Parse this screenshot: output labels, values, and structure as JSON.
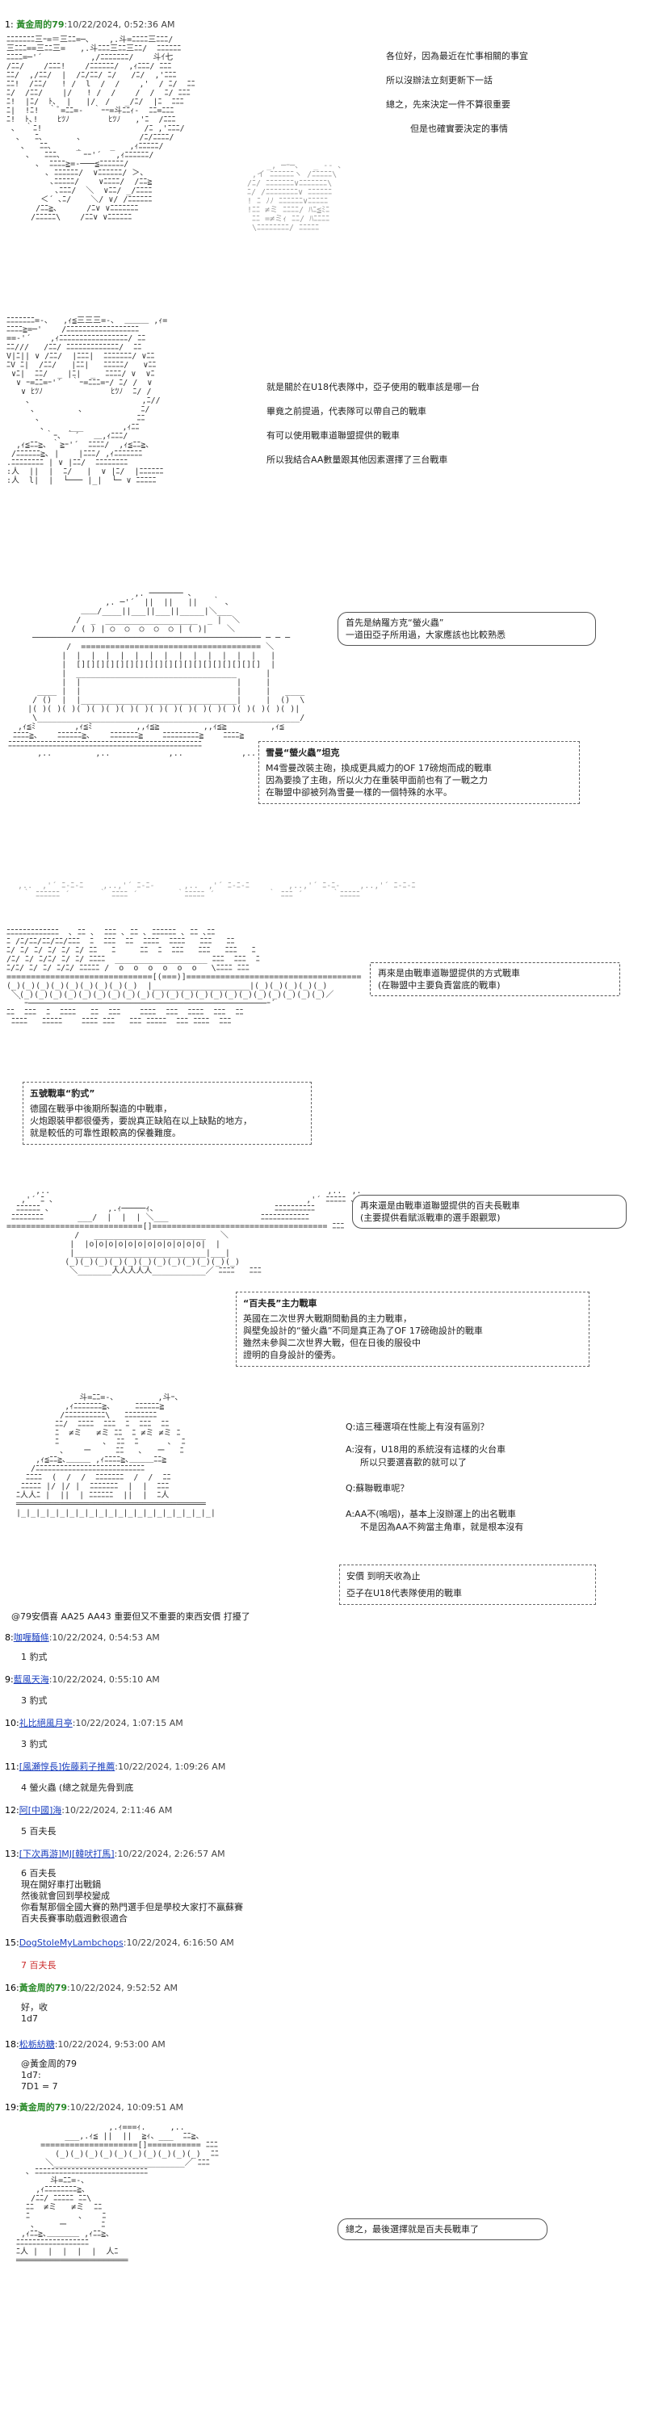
{
  "post1": {
    "num": "1:",
    "name": "黃金周的79",
    "date": ":10/22/2024, 0:52:36 AM",
    "panel1_lines": [
      "各位好，因為最近在忙事相關的事宜",
      "所以沒辦法立刻更新下一話",
      "總之，先來決定一件不算很重要",
      "但是也確實要決定的事情"
    ],
    "panel2_lines": [
      "就是關於在U18代表隊中，亞子使用的戰車該是哪一台",
      "畢竟之前提過，代表隊可以帶自己的戰車",
      "有可以使用戰車道聯盟提供的戰車",
      "所以我結合AA數量跟其他因素選擇了三台戰車"
    ],
    "bubble1": [
      "首先是納羅方克“螢火蟲”",
      "一道田亞子所用過，大家應該也比較熟悉"
    ],
    "box1_title": "雪曼“螢火蟲”坦克",
    "box1_lines": [
      "M4雪曼改裝主砲，換成更具威力的OF 17磅炮而成的戰車",
      "因為要換了主砲，所以火力在重裝甲面前也有了一戰之力",
      "在聯盟中卻被列為雪曼一樣的一個特殊的水平。"
    ],
    "box2_lines": [
      "再來是由戰車道聯盟提供的方式戰車",
      "(在聯盟中主要負責當底的戰車)"
    ],
    "box3_title": "五號戰車“豹式”",
    "box3_lines": [
      "德國在戰爭中後期所製造的中戰車，",
      "火炮跟裝甲都很優秀，要說真正缺陷在以上缺點的地方，",
      "就是較低的可靠性跟較高的保養難度。"
    ],
    "bubble2": [
      "再來還是由戰車道聯盟提供的百夫長戰車",
      "(主要提供看賦派戰車的選手跟觀眾)"
    ],
    "box4_title": "“百夫長”主力戰車",
    "box4_lines": [
      "英國在二次世界大戰期間動員的主力戰車，",
      "與壁免設計的“螢火蟲”不同是真正為了OF 17磅砲設計的戰車",
      "雖然未參與二次世界大戰，但在日後的服役中",
      "證明的自身設計的優秀。"
    ],
    "qa_lines": [
      "Q:這三種選項在性能上有沒有區別？",
      "A:沒有，U18用的系統沒有這樣的火台車",
      "所以只要選喜歡的就可以了",
      "Q:蘇聯戰車呢？",
      "A:AA不(嗚咽)，基本上沒辦運上的出名戰車",
      "不是因為AA不夠當主角車，就是根本沒有"
    ],
    "box5_lines": [
      "安價 到明天收為止",
      "亞子在U18代表隊使用的戰車"
    ],
    "footer": "@79安價喜 AA25 AA43 重要但又不重要的東西安價 打擾了"
  },
  "posts": [
    {
      "num": "8:",
      "name": "咖喱麵條",
      "date": ":10/22/2024, 0:54:53 AM",
      "body": [
        "1 豹式"
      ]
    },
    {
      "num": "9:",
      "name": "藍風天海",
      "date": ":10/22/2024, 0:55:10 AM",
      "body": [
        "3 豹式"
      ]
    },
    {
      "num": "10:",
      "name": "礼比絕風月亭",
      "date": ":10/22/2024, 1:07:15 AM",
      "body": [
        "3 豹式"
      ]
    },
    {
      "num": "11:",
      "name": "[風瀬惇長]佐藤莉子推薦",
      "date": ":10/22/2024, 1:09:26 AM",
      "body": [
        "4 螢火蟲 (總之就是先骨到底"
      ]
    },
    {
      "num": "12:",
      "name": "阿[中國]海",
      "date": ":10/22/2024, 2:11:46 AM",
      "body": [
        "5 百夫長"
      ]
    },
    {
      "num": "13:",
      "name": "[下次再游]MJ[韓吠打馬]",
      "date": ":10/22/2024, 2:26:57 AM",
      "body": [
        "6 百夫長",
        "現在開好車打出戰鍋",
        "然後就會回到學校變成",
        "你看幫那個全國大賽的熟門選手但是學校大家打不贏蘇賽",
        "百夫長賽事助戲週數很適合"
      ]
    },
    {
      "num": "15:",
      "name": "DogStoleMyLambchops",
      "date": ":10/22/2024, 6:16:50 AM",
      "body": [
        "7 百夫長"
      ],
      "red": true
    },
    {
      "num": "16:",
      "name": "黃金周的79",
      "date": ":10/22/2024, 9:52:52 AM",
      "body": [
        "好，收",
        "1d7"
      ],
      "green": true
    },
    {
      "num": "18:",
      "name": "松栃紡糖",
      "date": ":10/22/2024, 9:53:00 AM",
      "body": [
        "@黃金周的79",
        "1d7:",
        "7D1 = 7"
      ]
    },
    {
      "num": "19:",
      "name": "黃金周的79",
      "date": ":10/22/2024, 10:09:51 AM",
      "body": [],
      "green": true
    }
  ],
  "final_bubble": "總之，最後選擇就是百夫長戰車了"
}
